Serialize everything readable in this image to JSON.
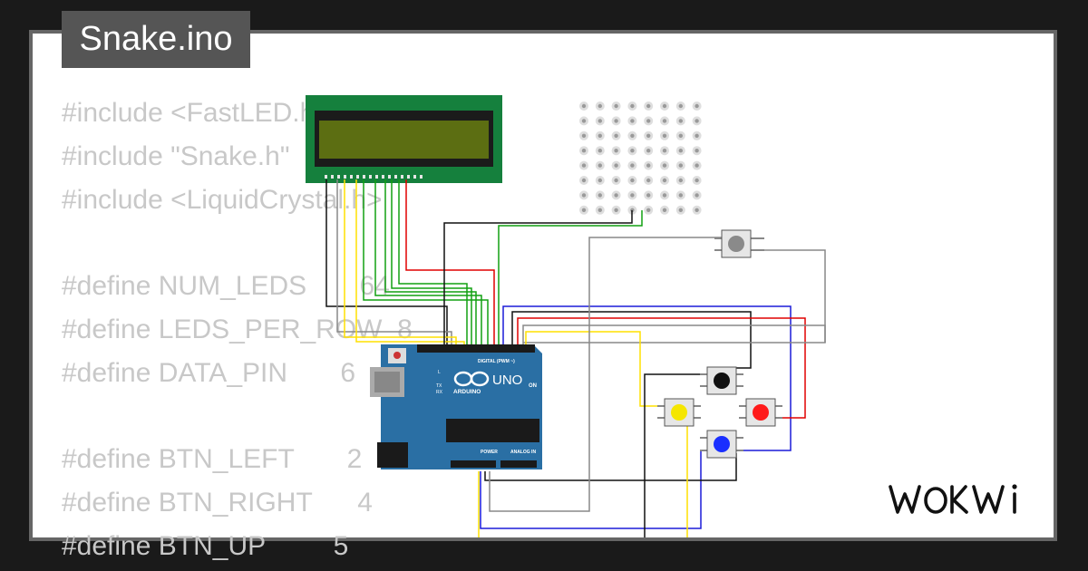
{
  "project": {
    "title": "Snake.ino"
  },
  "code_lines": [
    "#include <FastLED.h>",
    "#include \"Snake.h\"",
    "#include <LiquidCrystal.h>",
    "",
    "#define NUM_LEDS       64",
    "#define LEDS_PER_ROW  8",
    "#define DATA_PIN       6",
    "",
    "#define BTN_LEFT       2",
    "#define BTN_RIGHT      4",
    "#define BTN_UP         5"
  ],
  "board": {
    "logo_text": "UNO",
    "brand_text": "ARDUINO",
    "header_text": "DIGITAL (PWM ~)",
    "power_label": "POWER",
    "analog_label": "ANALOG IN",
    "on_label": "ON",
    "l_label": "L",
    "tx_label": "TX",
    "rx_label": "RX"
  },
  "buttons": [
    {
      "name": "gray",
      "color": "#8a8a8a"
    },
    {
      "name": "black",
      "color": "#111111"
    },
    {
      "name": "yellow",
      "color": "#f5e600"
    },
    {
      "name": "red",
      "color": "#ff1a1a"
    },
    {
      "name": "blue",
      "color": "#1a2fff"
    }
  ],
  "matrix": {
    "rows": 8,
    "cols": 8
  },
  "colors": {
    "board": "#2a6fa4",
    "lcd_pcb": "#15803d",
    "lcd_screen": "#5a6b10",
    "wire_black": "#111111",
    "wire_yellow": "#ffe000",
    "wire_green": "#12a012",
    "wire_red": "#e00000",
    "wire_blue": "#1c1cd8",
    "wire_gray": "#888888"
  },
  "brand": {
    "logo": "WOKWi"
  }
}
